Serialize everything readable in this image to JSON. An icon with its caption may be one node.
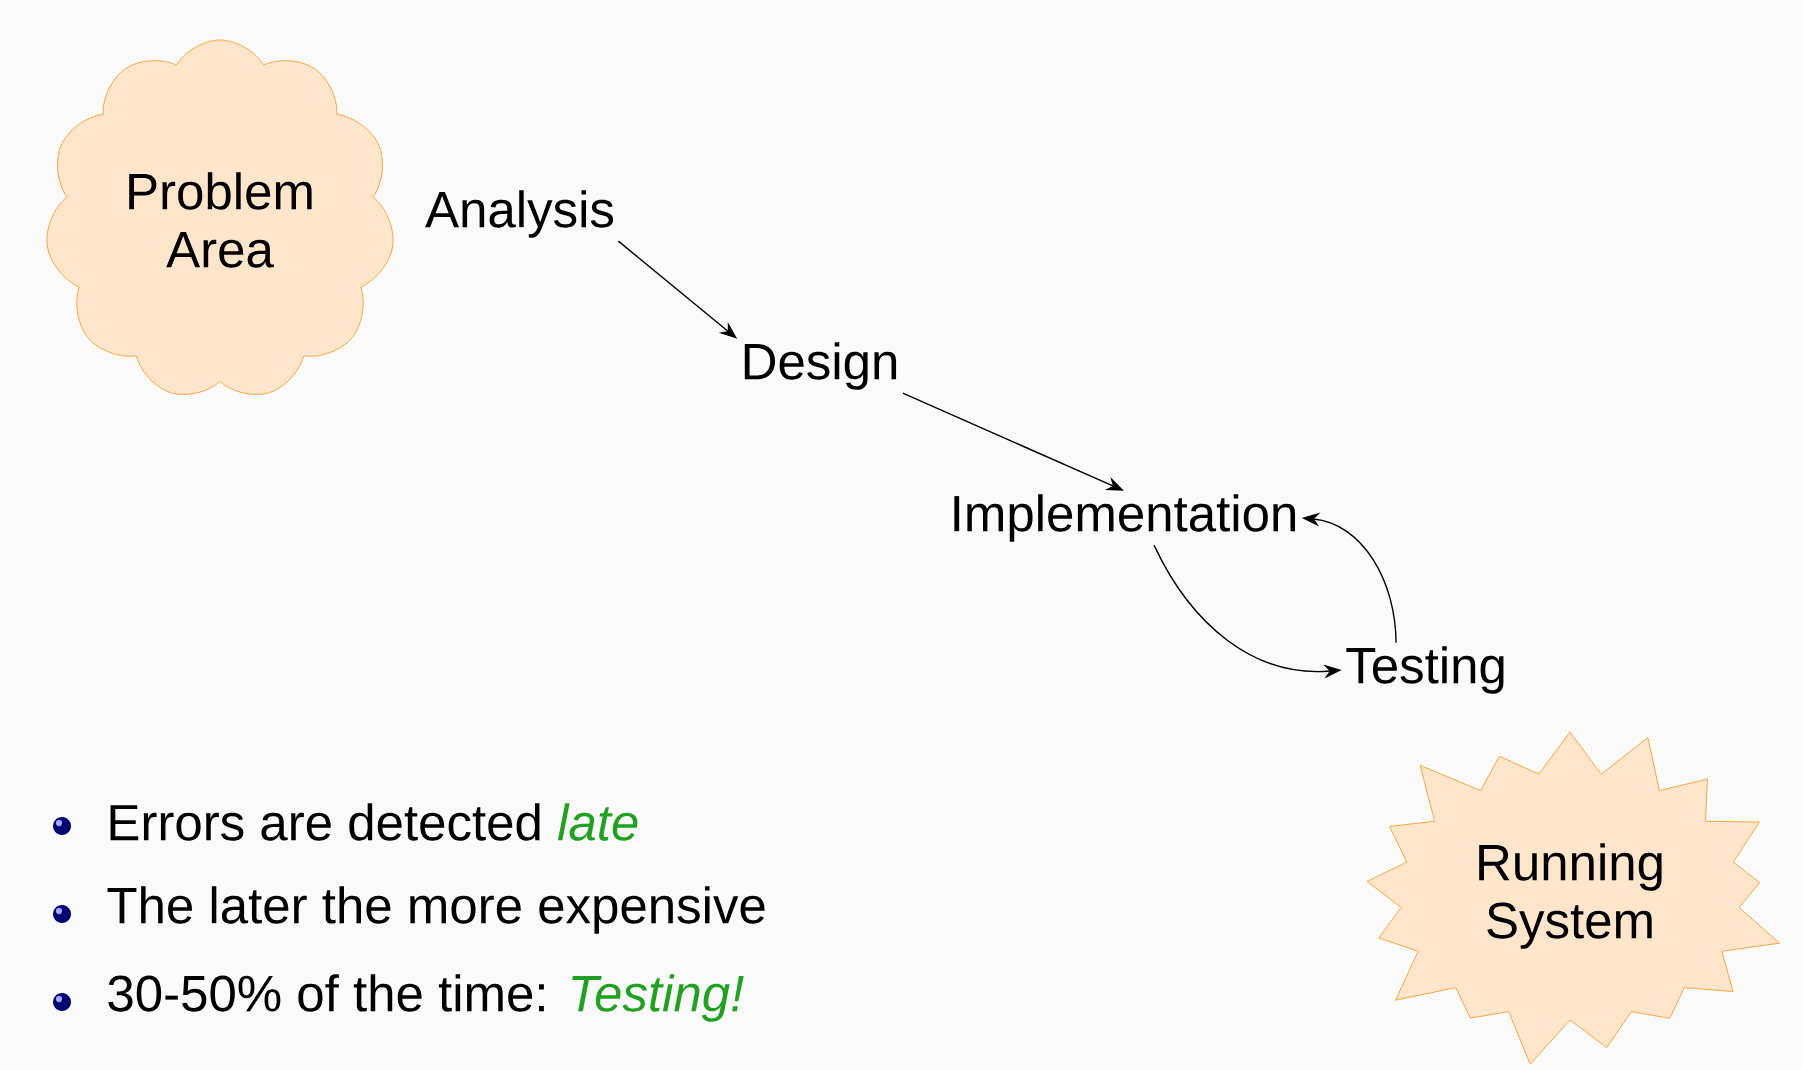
{
  "diagram": {
    "nodes": [
      {
        "text": [
          "Problem Area"
        ]
      },
      {
        "text": [
          "Analysis"
        ]
      },
      {
        "text": [
          "Design"
        ]
      },
      {
        "text": [
          "Implementation"
        ]
      },
      {
        "text": [
          "Testing"
        ]
      },
      {
        "text": [
          "Running System"
        ]
      }
    ],
    "edges": [
      {
        "from": 1,
        "to": 2,
        "arrow": "to"
      },
      {
        "from": 2,
        "to": 3,
        "arrow": "to"
      },
      {
        "from": 3,
        "to": 4,
        "arrow": "to"
      },
      {
        "from": 4,
        "to": 3,
        "arrow": "to"
      }
    ],
    "labels": [
      "Errors are detected *late*",
      "The later the more expensive",
      "30-50% of the time: *Testing!*"
    ]
  }
}
